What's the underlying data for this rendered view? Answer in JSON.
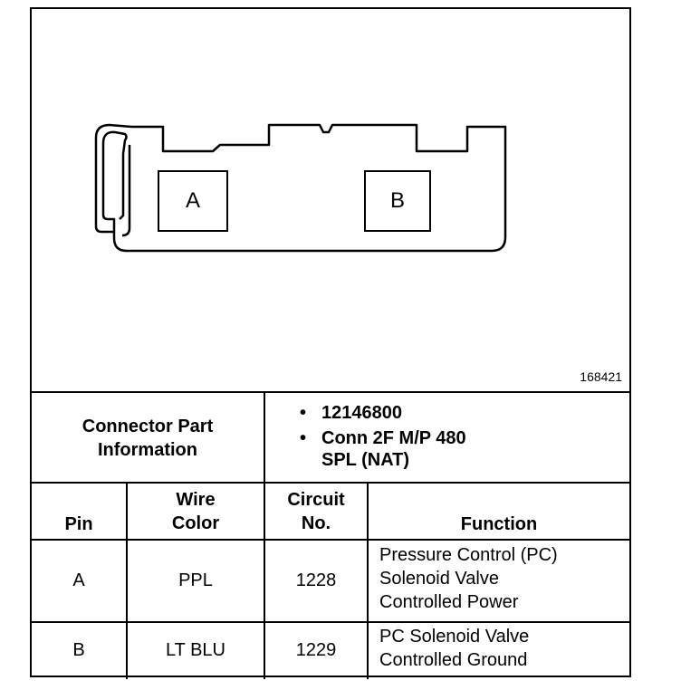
{
  "diagram": {
    "figure_id": "168421",
    "pin_labels": [
      "A",
      "B"
    ]
  },
  "connector": {
    "label": "Connector Part\nInformation",
    "parts": [
      "12146800",
      "Conn 2F M/P 480\nSPL (NAT)"
    ]
  },
  "table": {
    "headers": {
      "pin": "Pin",
      "wire_color": "Wire\nColor",
      "circuit": "Circuit\nNo.",
      "function": "Function"
    },
    "rows": [
      {
        "pin": "A",
        "wire_color": "PPL",
        "circuit": "1228",
        "function": "Pressure Control (PC)\nSolenoid Valve\nControlled Power"
      },
      {
        "pin": "B",
        "wire_color": "LT BLU",
        "circuit": "1229",
        "function": "PC Solenoid Valve\nControlled Ground"
      }
    ]
  }
}
